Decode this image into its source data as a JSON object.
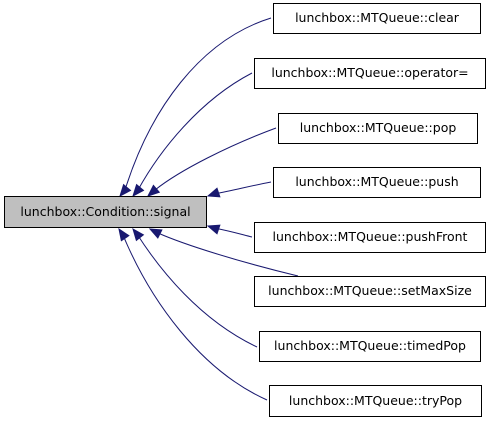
{
  "graph": {
    "edge_color": "#191970",
    "focus_fill": "#bfbfbf",
    "focus": {
      "id": "signal",
      "label": "lunchbox::Condition::signal"
    },
    "callers": [
      {
        "id": "clear",
        "label": "lunchbox::MTQueue::clear"
      },
      {
        "id": "opeq",
        "label": "lunchbox::MTQueue::operator="
      },
      {
        "id": "pop",
        "label": "lunchbox::MTQueue::pop"
      },
      {
        "id": "push",
        "label": "lunchbox::MTQueue::push"
      },
      {
        "id": "pushf",
        "label": "lunchbox::MTQueue::pushFront"
      },
      {
        "id": "setmax",
        "label": "lunchbox::MTQueue::setMaxSize"
      },
      {
        "id": "timed",
        "label": "lunchbox::MTQueue::timedPop"
      },
      {
        "id": "try",
        "label": "lunchbox::MTQueue::tryPop"
      }
    ]
  }
}
